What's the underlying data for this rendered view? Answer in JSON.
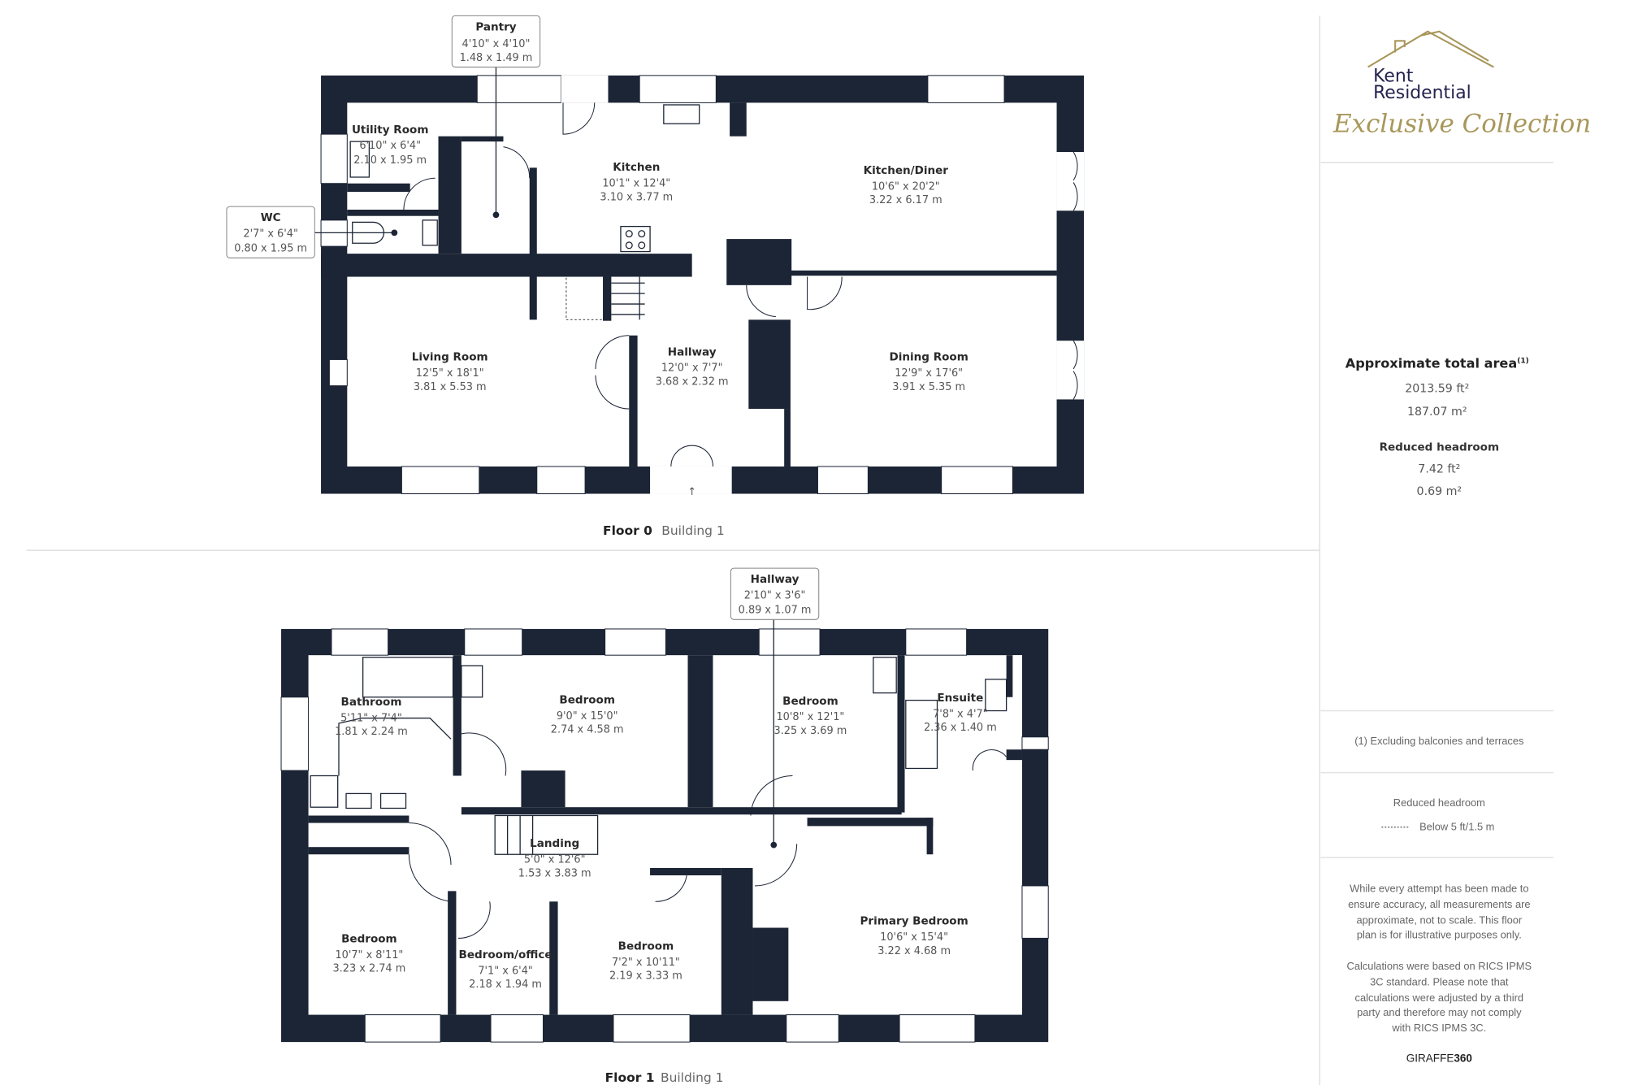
{
  "brand": {
    "logo_line1": "Kent",
    "logo_line2": "Residential",
    "logo_script": "Exclusive Collection",
    "gold": "#a8975a",
    "navy": "#25234f"
  },
  "colors": {
    "wall": "#1c2535"
  },
  "floor0": {
    "floor_label": "Floor 0",
    "building_label": "Building 1",
    "rooms": [
      {
        "name": "Pantry",
        "imperial": "4'10\" x 4'10\"",
        "metric": "1.48 x 1.49 m"
      },
      {
        "name": "Utility Room",
        "imperial": "6'10\" x 6'4\"",
        "metric": "2.10 x 1.95 m"
      },
      {
        "name": "WC",
        "imperial": "2'7\" x 6'4\"",
        "metric": "0.80 x 1.95 m"
      },
      {
        "name": "Kitchen",
        "imperial": "10'1\" x 12'4\"",
        "metric": "3.10 x 3.77 m"
      },
      {
        "name": "Kitchen/Diner",
        "imperial": "10'6\" x 20'2\"",
        "metric": "3.22 x 6.17 m"
      },
      {
        "name": "Living Room",
        "imperial": "12'5\" x 18'1\"",
        "metric": "3.81 x 5.53 m"
      },
      {
        "name": "Hallway",
        "imperial": "12'0\" x 7'7\"",
        "metric": "3.68 x 2.32 m"
      },
      {
        "name": "Dining Room",
        "imperial": "12'9\" x 17'6\"",
        "metric": "3.91 x 5.35 m"
      }
    ]
  },
  "floor1": {
    "floor_label": "Floor 1",
    "building_label": "Building 1",
    "rooms": [
      {
        "name": "Hallway",
        "imperial": "2'10\" x 3'6\"",
        "metric": "0.89 x 1.07 m"
      },
      {
        "name": "Bathroom",
        "imperial": "5'11\" x 7'4\"",
        "metric": "1.81 x 2.24 m"
      },
      {
        "name": "Bedroom",
        "imperial": "9'0\" x 15'0\"",
        "metric": "2.74 x 4.58 m"
      },
      {
        "name": "Bedroom",
        "imperial": "10'8\" x 12'1\"",
        "metric": "3.25 x 3.69 m"
      },
      {
        "name": "Ensuite",
        "imperial": "7'8\" x 4'7\"",
        "metric": "2.36 x 1.40 m"
      },
      {
        "name": "Landing",
        "imperial": "5'0\" x 12'6\"",
        "metric": "1.53 x 3.83 m"
      },
      {
        "name": "Bedroom",
        "imperial": "10'7\" x 8'11\"",
        "metric": "3.23 x 2.74 m"
      },
      {
        "name": "Bedroom/office",
        "imperial": "7'1\" x 6'4\"",
        "metric": "2.18 x 1.94 m"
      },
      {
        "name": "Bedroom",
        "imperial": "7'2\" x 10'11\"",
        "metric": "2.19 x 3.33 m"
      },
      {
        "name": "Primary Bedroom",
        "imperial": "10'6\" x 15'4\"",
        "metric": "3.22 x 4.68 m"
      }
    ]
  },
  "summary": {
    "total_title": "Approximate total area",
    "total_sup": "(1)",
    "total_ft": "2013.59 ft²",
    "total_m": "187.07 m²",
    "reduced_title": "Reduced headroom",
    "reduced_ft": "7.42 ft²",
    "reduced_m": "0.69 m²",
    "footnote": "(1) Excluding balconies and terraces",
    "legend_title": "Reduced headroom",
    "legend_item": "Below 5 ft/1.5 m",
    "disclaimer1": [
      "While every attempt has been made to",
      "ensure accuracy, all measurements are",
      "approximate, not to scale. This floor",
      "plan is for illustrative purposes only."
    ],
    "disclaimer2": [
      "Calculations were based on RICS IPMS",
      "3C standard. Please note that",
      "calculations were adjusted by a third",
      "party and therefore may not comply",
      "with RICS IPMS 3C."
    ],
    "credit_a": "GIRAFFE",
    "credit_b": "360"
  }
}
